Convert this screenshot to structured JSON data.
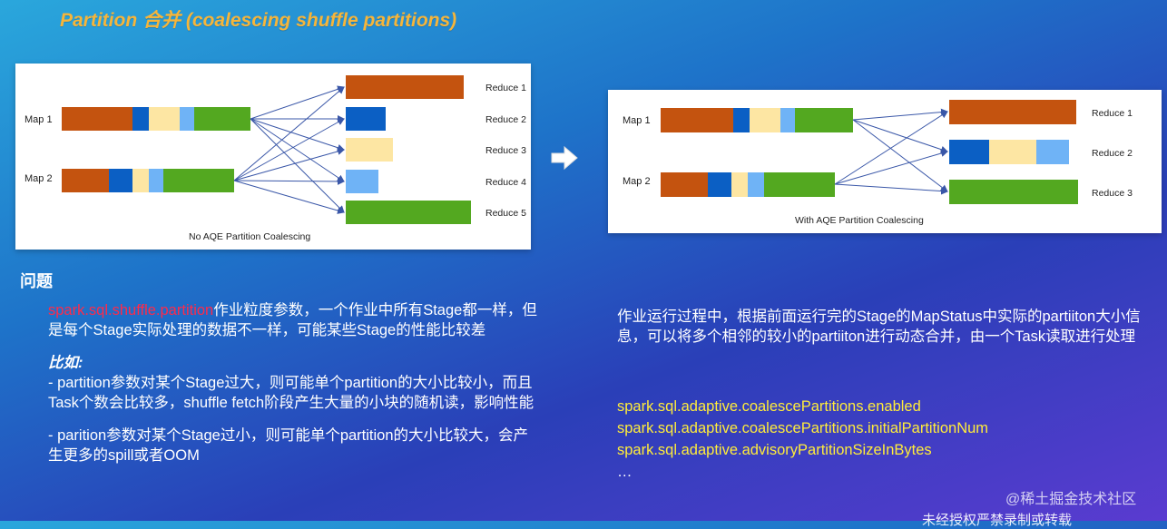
{
  "slide": {
    "title": "Partition 合并 (coalescing shuffle partitions)",
    "problem_heading": "问题",
    "problem": {
      "config_name": "spark.sql.shuffle.partition",
      "description_after": "作业粒度参数，一个作业中所有Stage都一样，但是每个Stage实际处理的数据不一样，可能某些Stage的性能比较差",
      "example_heading": "比如:",
      "example_1": "- partition参数对某个Stage过大，则可能单个partition的大小比较小，而且Task个数会比较多，shuffle fetch阶段产生大量的小块的随机读，影响性能",
      "example_2": "- parition参数对某个Stage过小，则可能单个partition的大小比较大，会产生更多的spill或者OOM"
    },
    "solution": {
      "description": "作业运行过程中，根据前面运行完的Stage的MapStatus中实际的partiiton大小信息，可以将多个相邻的较小的partiiton进行动态合并，由一个Task读取进行处理",
      "configs": [
        "spark.sql.adaptive.coalescePartitions.enabled",
        "spark.sql.adaptive.coalescePartitions.initialPartitionNum",
        "spark.sql.adaptive.advisoryPartitionSizeInBytes"
      ],
      "ellipsis": "…"
    },
    "watermarks": {
      "site": "@稀土掘金技术社区",
      "bottom": "未经授权严禁录制或转载"
    }
  },
  "diagram_left": {
    "caption": "No AQE Partition Coalescing",
    "maps": [
      "Map 1",
      "Map 2"
    ],
    "reduces": [
      "Reduce 1",
      "Reduce 2",
      "Reduce 3",
      "Reduce 4",
      "Reduce 5"
    ]
  },
  "diagram_right": {
    "caption": "With AQE Partition Coalescing",
    "maps": [
      "Map 1",
      "Map 2"
    ],
    "reduces": [
      "Reduce 1",
      "Reduce 2",
      "Reduce 3"
    ]
  },
  "colors": {
    "orange": "#c4530f",
    "blue": "#0b5fc4",
    "cream": "#fde6a3",
    "lightblue": "#6fb3f6",
    "green": "#53a820",
    "title": "#f6b53a",
    "config_red": "#ff2a4a",
    "config_yellow": "#ffec3a",
    "arrow": "#3a57a8"
  }
}
